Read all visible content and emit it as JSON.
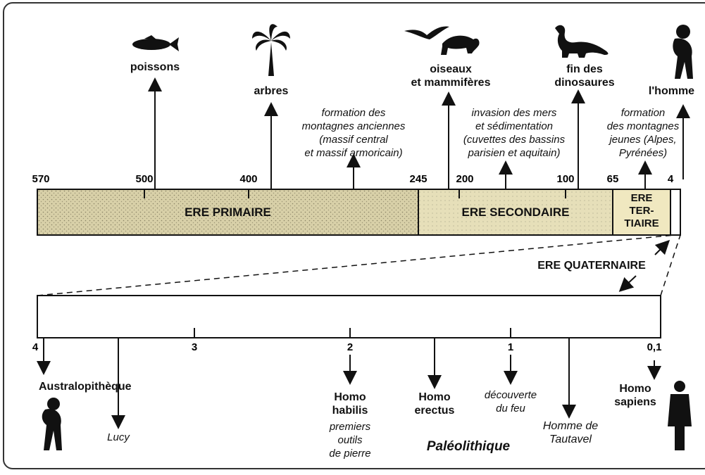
{
  "top_timeline": {
    "ticks": [
      "570",
      "500",
      "400",
      "245",
      "200",
      "100",
      "65",
      "4"
    ],
    "eras": [
      "ERE PRIMAIRE",
      "ERE SECONDAIRE",
      "ERE\nTER-\nTIAIRE"
    ],
    "quaternary_label": "ERE QUATERNAIRE"
  },
  "top_events": {
    "poissons": "poissons",
    "arbres": "arbres",
    "montagnes_anciennes": "formation des\nmontagnes anciennes\n(massif central\net massif armoricain)",
    "oiseaux": "oiseaux\net mammifères",
    "invasion": "invasion des mers\net sédimentation\n(cuvettes des bassins\nparisien et aquitain)",
    "dinosaures": "fin des\ndinosaures",
    "montagnes_jeunes": "formation\ndes montagnes\njeunes (Alpes,\nPyrénées)",
    "homme": "l'homme"
  },
  "bottom_timeline": {
    "ticks": [
      "4",
      "3",
      "2",
      "1",
      "0,1"
    ],
    "events": {
      "australopitheque": "Australopithèque",
      "lucy": "Lucy",
      "homo_habilis": "Homo\nhabilis",
      "outils": "premiers\noutils\nde pierre",
      "homo_erectus": "Homo\nerectus",
      "feu": "découverte\ndu feu",
      "tautavel": "Homme de\nTautavel",
      "homo_sapiens": "Homo\nsapiens"
    },
    "period": "Paléolithique"
  },
  "colors": {
    "bar_fill": "#d8d0a8",
    "ink": "#111111"
  },
  "icons": [
    "fish-icon",
    "palm-tree-icon",
    "bird-icon",
    "sabertooth-icon",
    "dinosaur-icon",
    "ape-man-icon",
    "australopithecus-icon",
    "businessman-icon"
  ]
}
